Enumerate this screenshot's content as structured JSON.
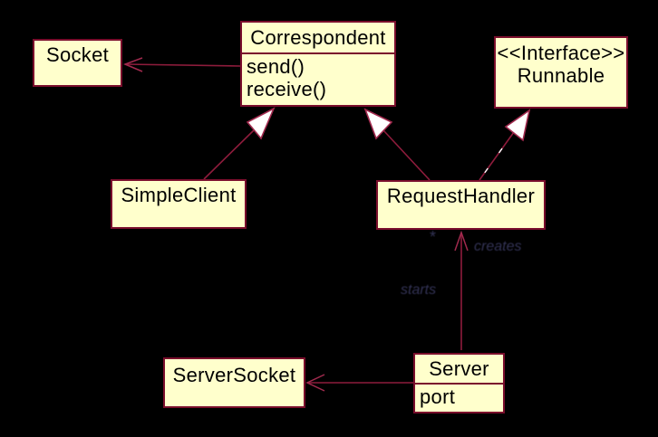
{
  "diagram": {
    "kind": "uml-class-diagram",
    "background_color": "#000000",
    "box_fill_color": "#ffffcc",
    "box_border_color": "#7a0e2c",
    "edge_color": "#8e1c3c",
    "edge_label_color": "#39395f",
    "classes": [
      {
        "name": "Socket",
        "attributes": [],
        "methods": []
      },
      {
        "name": "Correspondent",
        "attributes": [],
        "methods": [
          "send()",
          "receive()"
        ]
      },
      {
        "stereotype": "<<Interface>>",
        "name": "Runnable",
        "attributes": [],
        "methods": []
      },
      {
        "name": "SimpleClient",
        "attributes": [],
        "methods": []
      },
      {
        "name": "RequestHandler",
        "attributes": [],
        "methods": []
      },
      {
        "name": "ServerSocket",
        "attributes": [],
        "methods": []
      },
      {
        "name": "Server",
        "attributes": [
          "port"
        ],
        "methods": []
      }
    ],
    "relationships": [
      {
        "from": "Correspondent",
        "to": "Socket",
        "type": "directed association (open arrow)"
      },
      {
        "from": "SimpleClient",
        "to": "Correspondent",
        "type": "generalization (hollow triangle)"
      },
      {
        "from": "RequestHandler",
        "to": "Correspondent",
        "type": "generalization (hollow triangle)"
      },
      {
        "from": "RequestHandler",
        "to": "Runnable",
        "type": "realization (hollow triangle, dashed line)"
      },
      {
        "from": "Server",
        "to": "RequestHandler",
        "type": "directed association (open arrow)",
        "multiplicity": "*",
        "labels": [
          "creates",
          "starts"
        ]
      },
      {
        "from": "Server",
        "to": "ServerSocket",
        "type": "directed association (open arrow)"
      }
    ],
    "edge_labels": {
      "multiplicity": "*",
      "creates": "creates",
      "starts": "starts"
    }
  }
}
